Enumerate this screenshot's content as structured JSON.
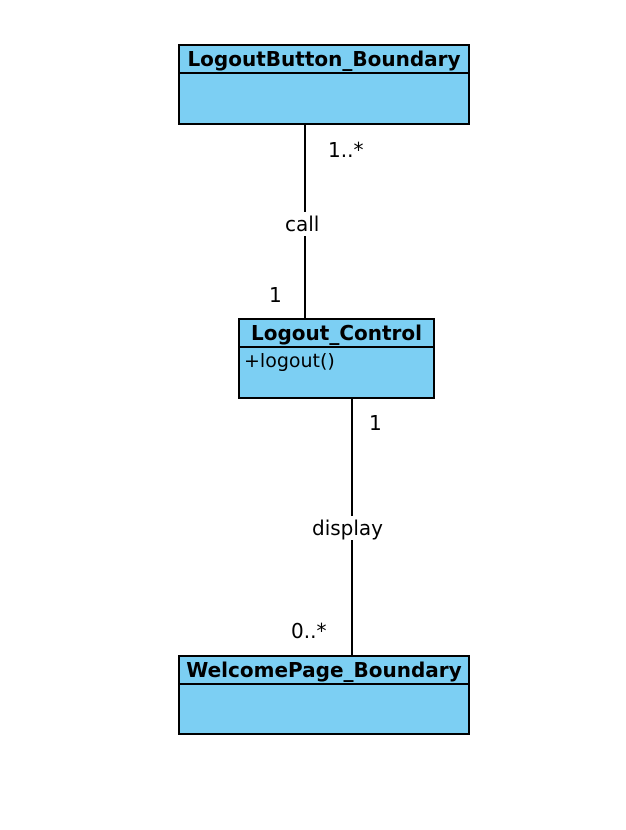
{
  "classes": {
    "logout_button_boundary": {
      "name": "LogoutButton_Boundary",
      "operations": []
    },
    "logout_control": {
      "name": "Logout_Control",
      "operations": [
        "+logout()"
      ]
    },
    "welcome_page_boundary": {
      "name": "WelcomePage_Boundary",
      "operations": []
    }
  },
  "associations": {
    "call": {
      "label": "call",
      "source_multiplicity": "1..*",
      "target_multiplicity": "1"
    },
    "display": {
      "label": "display",
      "source_multiplicity": "1",
      "target_multiplicity": "0..*"
    }
  },
  "colors": {
    "class_fill": "#7ccff3",
    "border": "#000000",
    "background": "#ffffff"
  }
}
